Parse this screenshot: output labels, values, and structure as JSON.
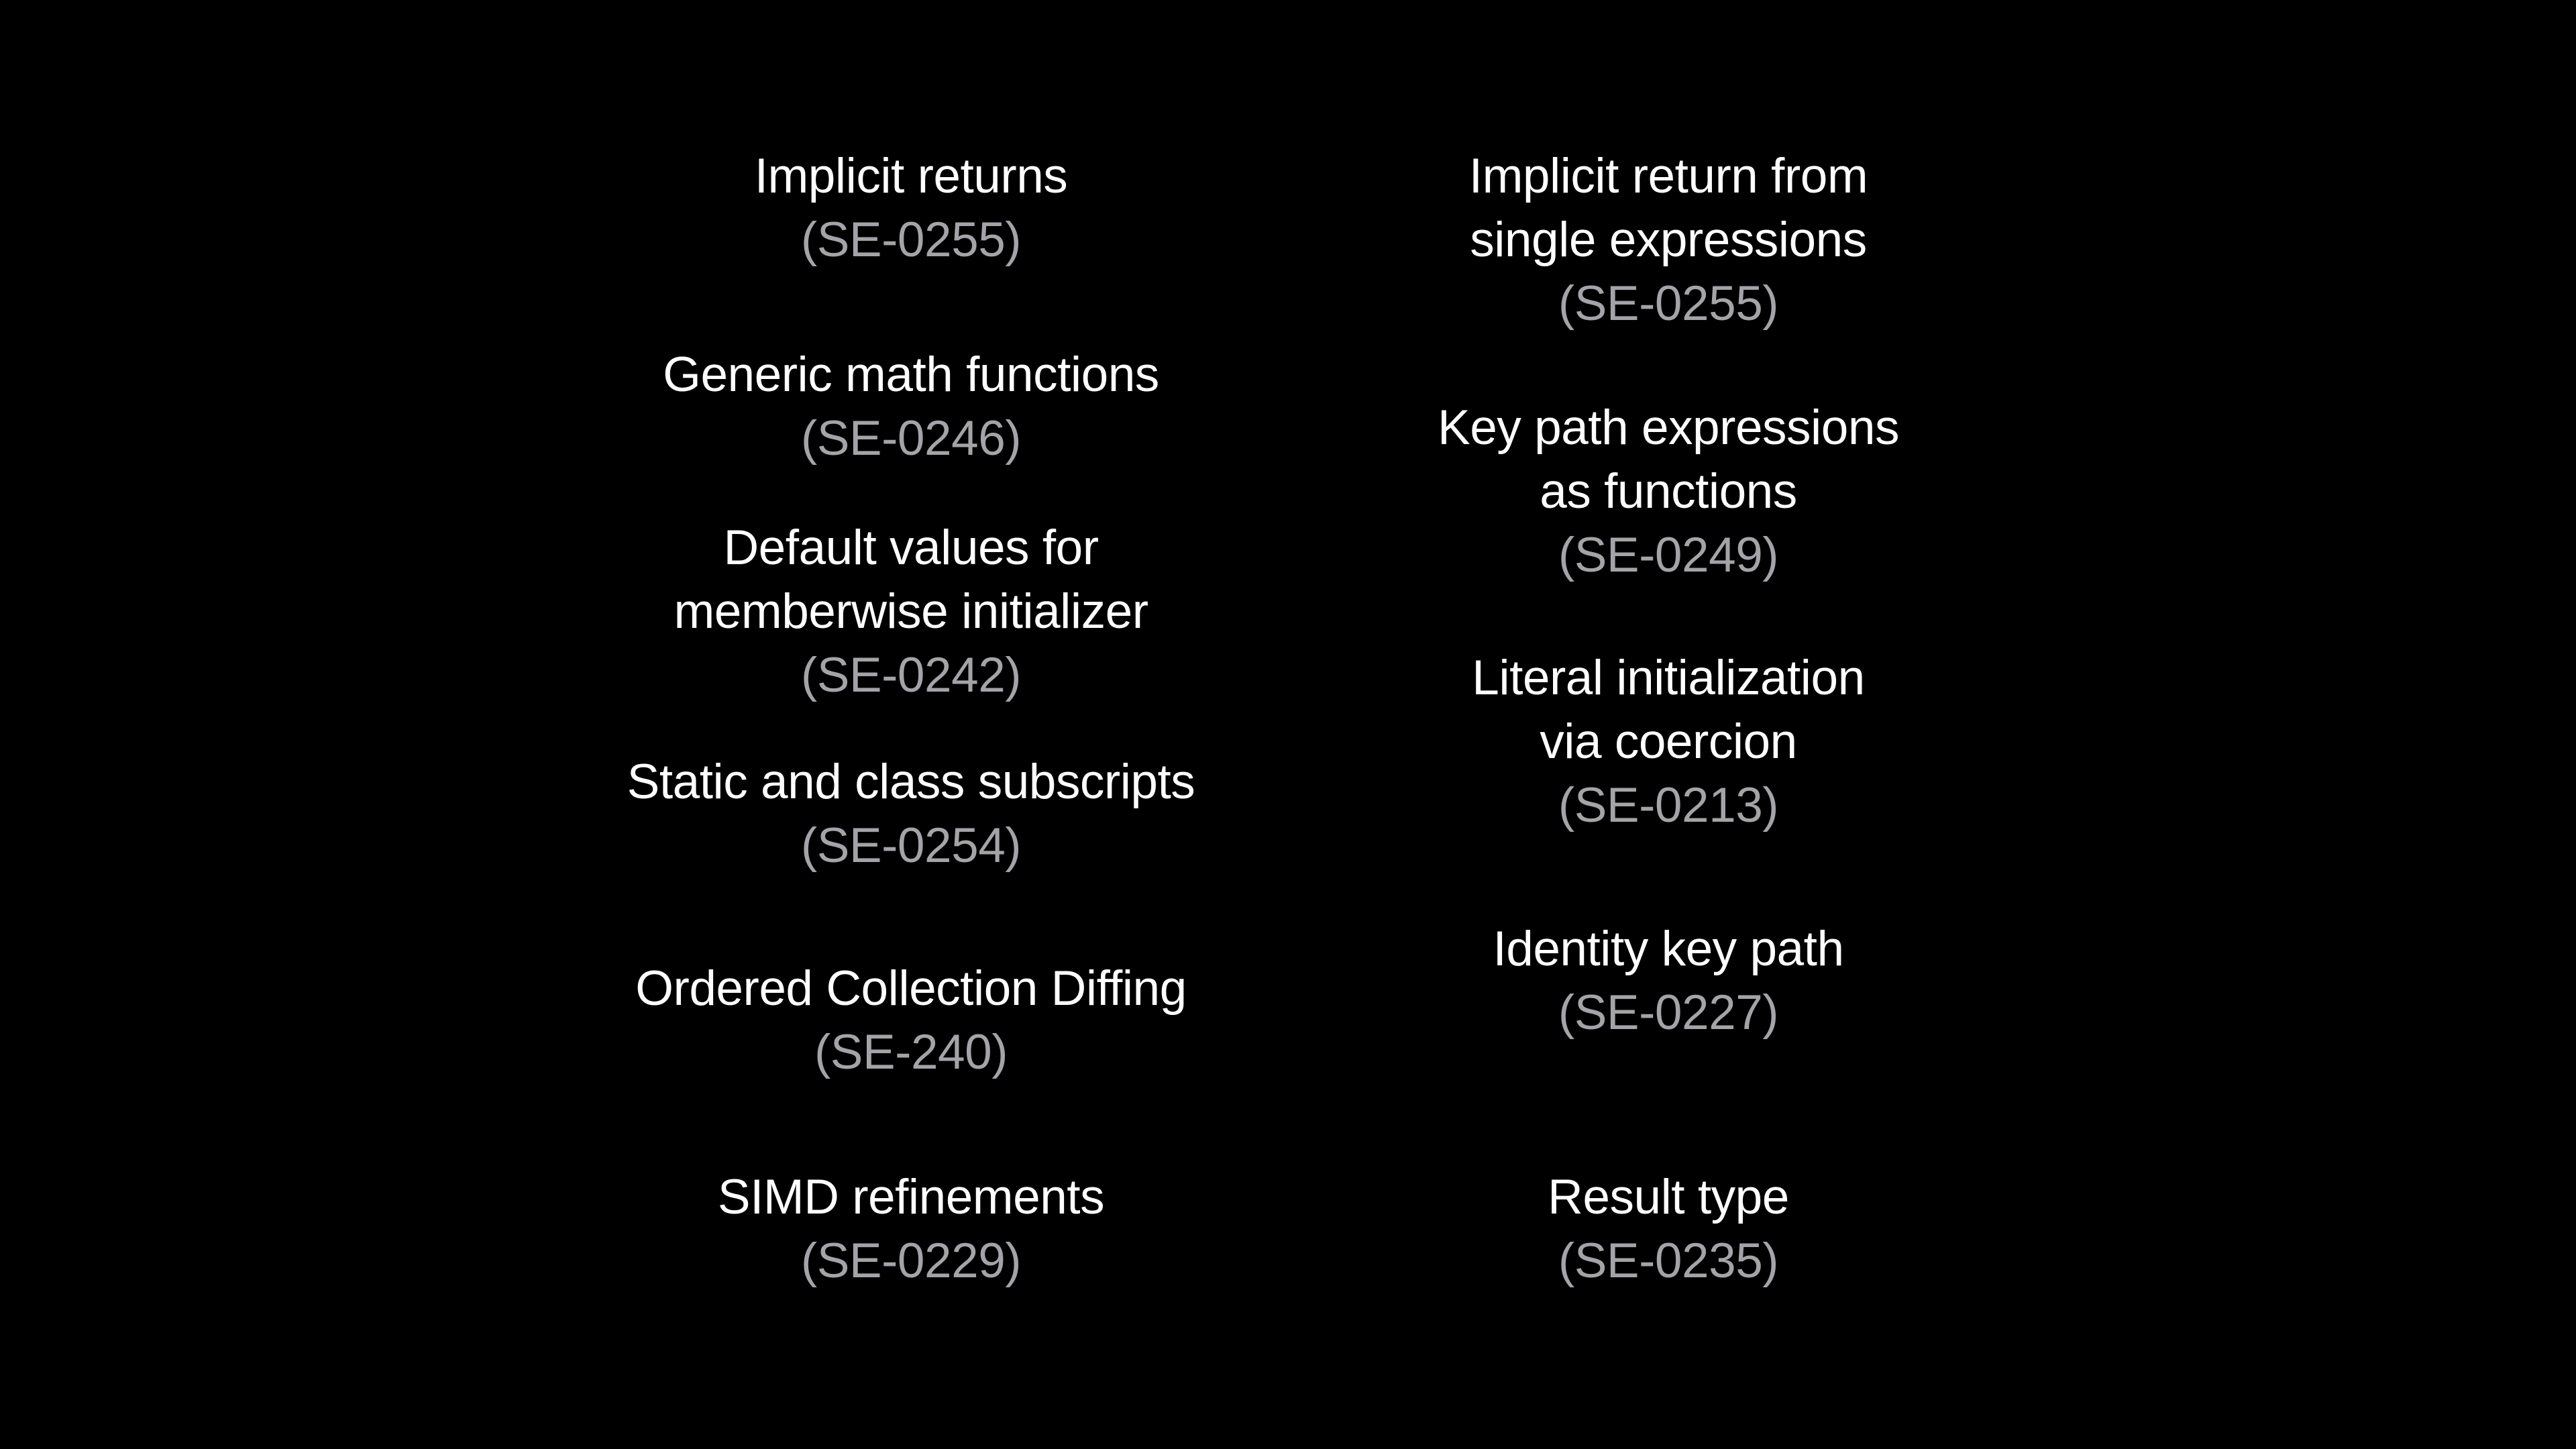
{
  "slide": {
    "background": "#000000",
    "title_color": "#ffffff",
    "code_color": "#a3a3a8",
    "left_column": [
      {
        "title": "Implicit returns",
        "code": "(SE-0255)"
      },
      {
        "title": "Generic math functions",
        "code": "(SE-0246)"
      },
      {
        "title": "Default values for\nmemberwise initializer",
        "code": "(SE-0242)"
      },
      {
        "title": "Static and class subscripts",
        "code": "(SE-0254)"
      },
      {
        "title": "Ordered Collection Diffing",
        "code": "(SE-240)"
      },
      {
        "title": "SIMD refinements",
        "code": "(SE-0229)"
      }
    ],
    "right_column": [
      {
        "title": "Implicit return from\nsingle expressions",
        "code": "(SE-0255)"
      },
      {
        "title": "Key path expressions\nas functions",
        "code": "(SE-0249)"
      },
      {
        "title": "Literal initialization\nvia coercion",
        "code": "(SE-0213)"
      },
      {
        "title": "Identity key path",
        "code": "(SE-0227)"
      },
      {
        "title": "Result type",
        "code": "(SE-0235)"
      }
    ]
  }
}
